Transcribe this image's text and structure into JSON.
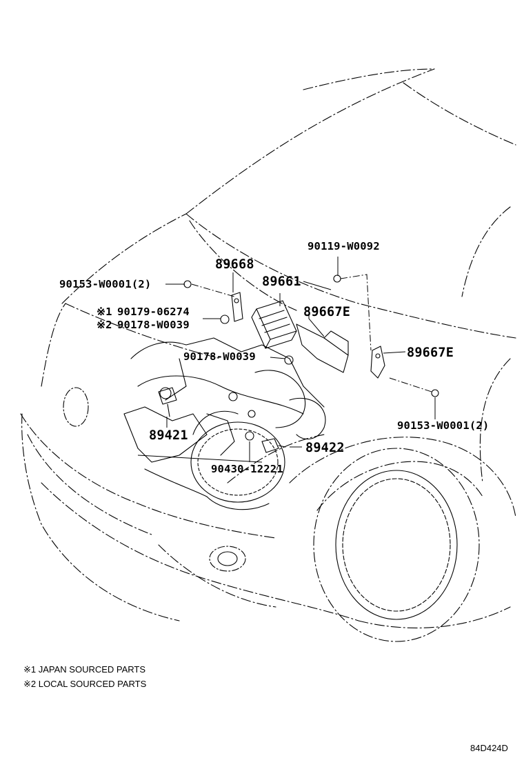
{
  "parts": {
    "p90119": "90119-W0092",
    "p89668": "89668",
    "p89661": "89661",
    "p90153_left": "90153-W0001(2)",
    "p90179": "90179-06274",
    "p90178_a": "90178-W0039",
    "p89667E_a": "89667E",
    "p90178_b": "90178-W0039",
    "p89667E_b": "89667E",
    "p90153_right": "90153-W0001(2)",
    "p89421": "89421",
    "p89422": "89422",
    "p90430": "90430-12221"
  },
  "marks": {
    "m1": "※1",
    "m2": "※2"
  },
  "notes": {
    "n1": "※1 JAPAN SOURCED PARTS",
    "n2": "※2 LOCAL SOURCED PARTS"
  },
  "diagram_code": "84D424D"
}
